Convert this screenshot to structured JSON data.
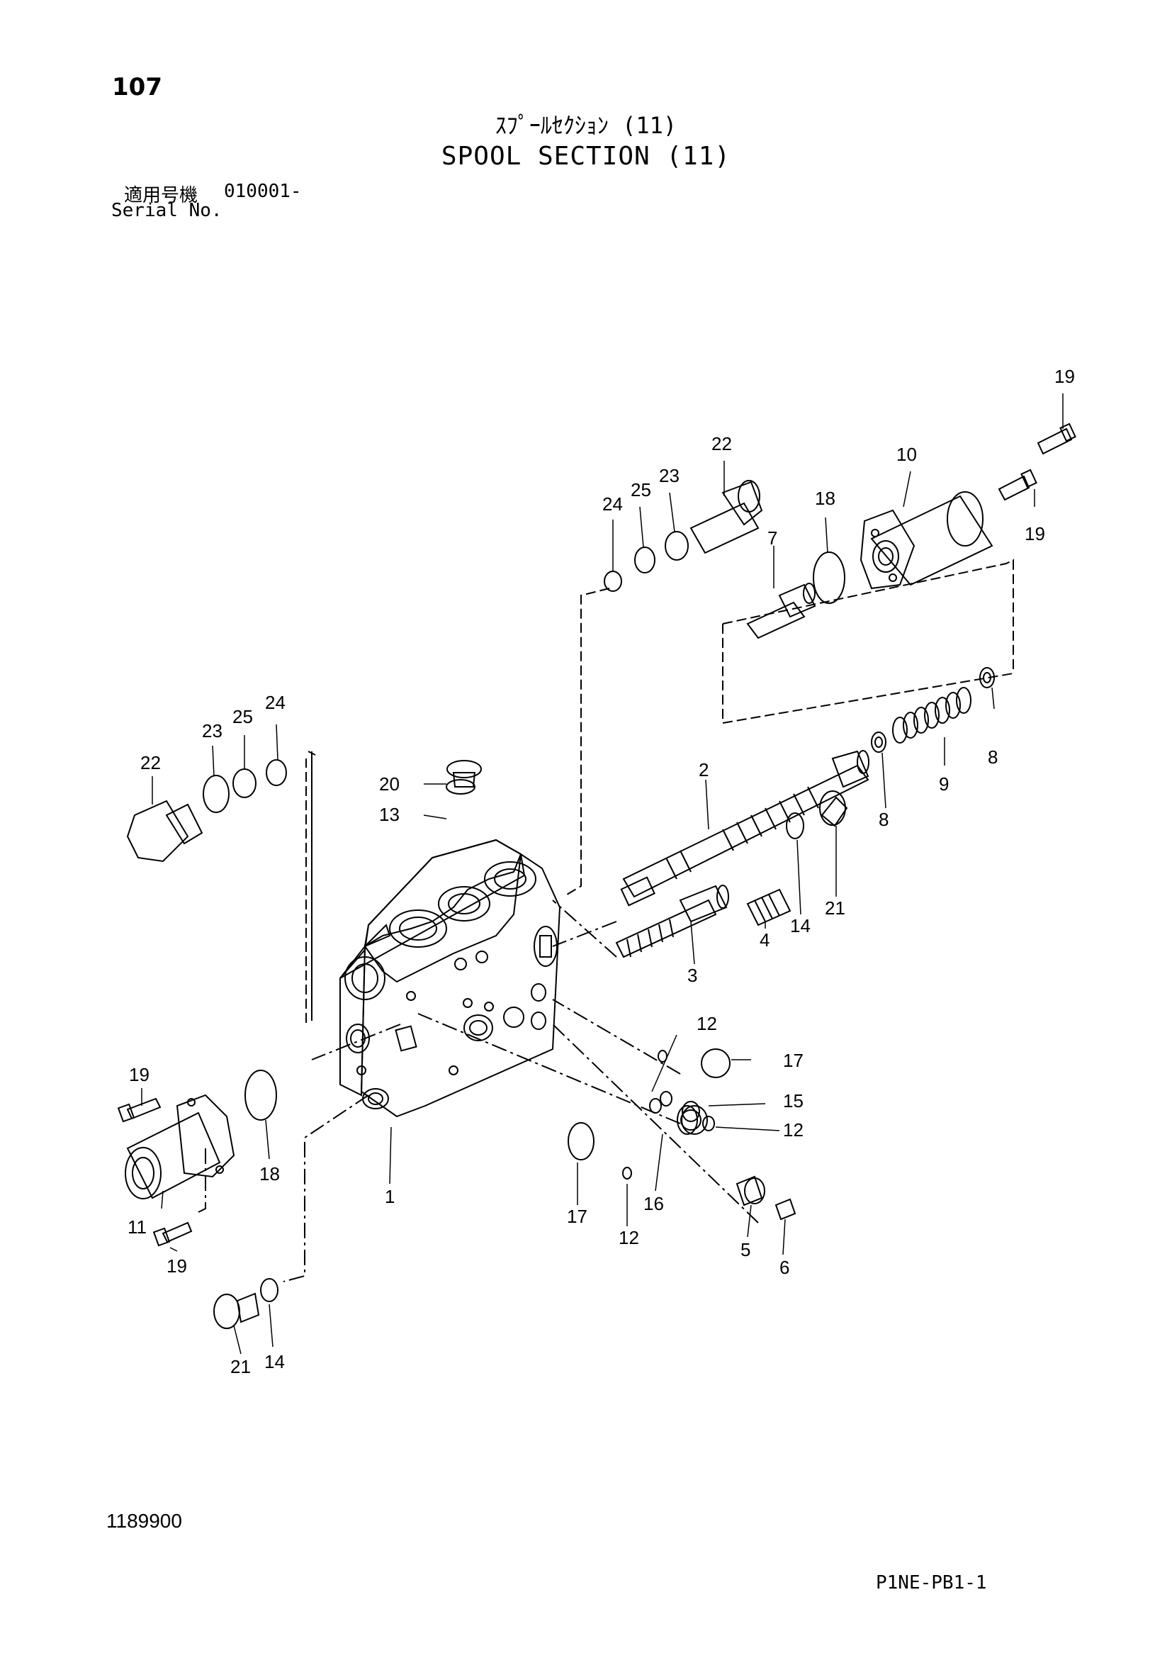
{
  "header": {
    "page_number": "107",
    "title_jp": "ｽﾌﾟｰﾙｾｸｼｮﾝ (11)",
    "title_en": "SPOOL SECTION (11)",
    "serial_label_jp": "適用号機",
    "serial_value": "010001-",
    "serial_label_en": "Serial No."
  },
  "footer": {
    "drawing_number": "1189900",
    "page_code": "P1NE-PB1-1"
  },
  "callouts": [
    {
      "id": "c19a",
      "label": "19"
    },
    {
      "id": "c22a",
      "label": "22"
    },
    {
      "id": "c10",
      "label": "10"
    },
    {
      "id": "c23a",
      "label": "23"
    },
    {
      "id": "c25a",
      "label": "25"
    },
    {
      "id": "c24a",
      "label": "24"
    },
    {
      "id": "c18a",
      "label": "18"
    },
    {
      "id": "c19b",
      "label": "19"
    },
    {
      "id": "c7",
      "label": "7"
    },
    {
      "id": "c24b",
      "label": "24"
    },
    {
      "id": "c25b",
      "label": "25"
    },
    {
      "id": "c23b",
      "label": "23"
    },
    {
      "id": "c22b",
      "label": "22"
    },
    {
      "id": "c8a",
      "label": "8"
    },
    {
      "id": "c20",
      "label": "20"
    },
    {
      "id": "c2",
      "label": "2"
    },
    {
      "id": "c13",
      "label": "13"
    },
    {
      "id": "c9",
      "label": "9"
    },
    {
      "id": "c8b",
      "label": "8"
    },
    {
      "id": "c21a",
      "label": "21"
    },
    {
      "id": "c14a",
      "label": "14"
    },
    {
      "id": "c4",
      "label": "4"
    },
    {
      "id": "c3",
      "label": "3"
    },
    {
      "id": "c12a",
      "label": "12"
    },
    {
      "id": "c17a",
      "label": "17"
    },
    {
      "id": "c19c",
      "label": "19"
    },
    {
      "id": "c15",
      "label": "15"
    },
    {
      "id": "c12b",
      "label": "12"
    },
    {
      "id": "c18b",
      "label": "18"
    },
    {
      "id": "c1",
      "label": "1"
    },
    {
      "id": "c17b",
      "label": "17"
    },
    {
      "id": "c16",
      "label": "16"
    },
    {
      "id": "c11",
      "label": "11"
    },
    {
      "id": "c12c",
      "label": "12"
    },
    {
      "id": "c5",
      "label": "5"
    },
    {
      "id": "c6",
      "label": "6"
    },
    {
      "id": "c19d",
      "label": "19"
    },
    {
      "id": "c21b",
      "label": "21"
    },
    {
      "id": "c14b",
      "label": "14"
    }
  ]
}
